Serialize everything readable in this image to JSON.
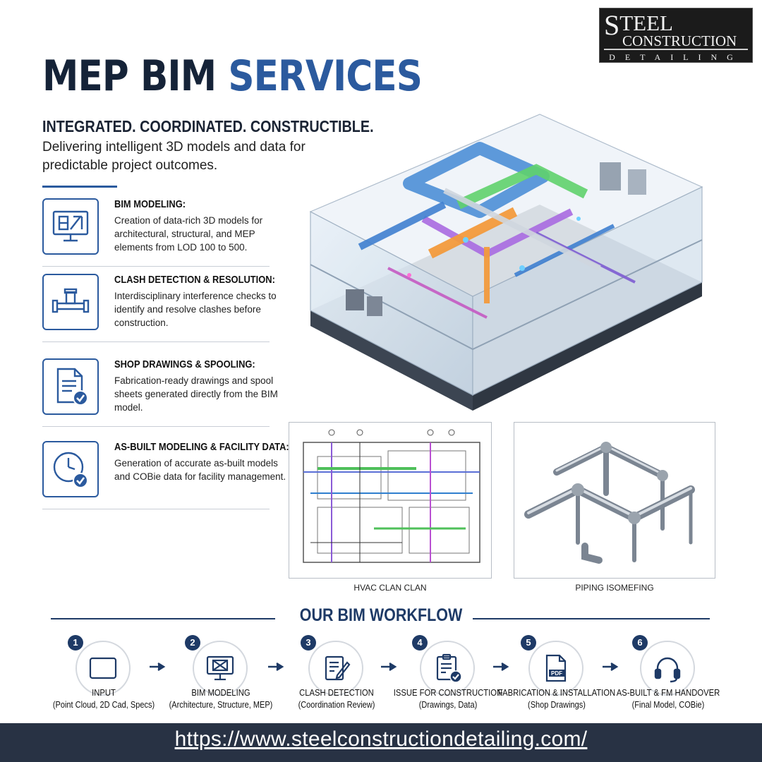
{
  "logo": {
    "line1": "TEEL",
    "line2_initial": "S",
    "line2_rest": "CONSTRUCTION",
    "line3": "DETAILING"
  },
  "header": {
    "title_part1": "MEP BIM ",
    "title_part2": "SERVICES",
    "tagline": "INTEGRATED. COORDINATED. CONSTRUCTIBLE.",
    "subtitle": "Delivering intelligent 3D models and data for predictable project outcomes."
  },
  "services": [
    {
      "title": "BIM MODELING:",
      "description": "Creation of data-rich 3D models for architectural, structural, and MEP elements from LOD 100 to 500.",
      "icon": "monitor-icon"
    },
    {
      "title": "CLASH DETECTION & RESOLUTION:",
      "description": "Interdisciplinary interference checks to identify and resolve clashes before construction.",
      "icon": "pipe-icon"
    },
    {
      "title": "SHOP DRAWINGS & SPOOLING:",
      "description": "Fabrication-ready drawings and spool sheets generated directly from the BIM model.",
      "icon": "document-check-icon"
    },
    {
      "title": "AS-BUILT MODELING & FACILITY DATA:",
      "description": "Generation of accurate as-built models and COBie data for facility management.",
      "icon": "clock-check-icon"
    }
  ],
  "drawings": {
    "left_caption": "HVAC CLAN CLAN",
    "right_caption": "PIPING ISOMEFING"
  },
  "workflow": {
    "title": "OUR BIM WORKFLOW",
    "steps": [
      {
        "number": "1",
        "label": "INPUT",
        "sub": "(Point Cloud, 2D Cad, Specs)",
        "icon": "tablet-icon"
      },
      {
        "number": "2",
        "label": "BIM MODELING",
        "sub": "(Architecture, Structure, MEP)",
        "icon": "monitor-model-icon"
      },
      {
        "number": "3",
        "label": "CLASH DETECTION",
        "sub": "(Coordination Review)",
        "icon": "edit-document-icon"
      },
      {
        "number": "4",
        "label": "ISSUE FOR CONSTRUCTION",
        "sub": "(Drawings, Data)",
        "icon": "clipboard-check-icon"
      },
      {
        "number": "5",
        "label": "FABRICATION & INSTALLATION",
        "sub": "(Shop Drawings)",
        "icon": "pdf-icon",
        "icon_text": "PDF"
      },
      {
        "number": "6",
        "label": "AS-BUILT & FM HANDOVER",
        "sub": "(Final Model, COBie)",
        "icon": "headset-icon"
      }
    ]
  },
  "footer": {
    "url": "https://www.steelconstructiondetailing.com/"
  },
  "colors": {
    "navy": "#152338",
    "accent_blue": "#2b5a9e",
    "workflow_navy": "#1e3a66",
    "footer_bg": "#283244"
  }
}
